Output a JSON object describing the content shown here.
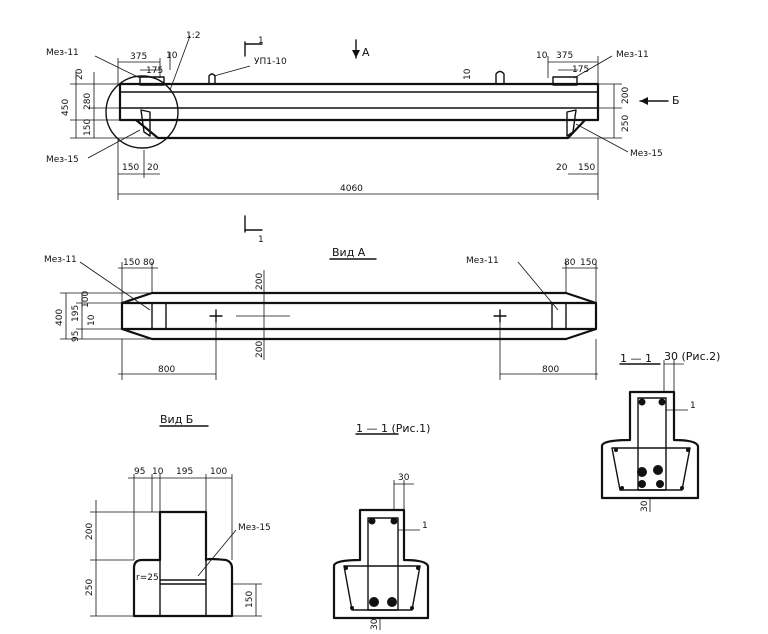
{
  "top": {
    "d375L": "375",
    "d175L": "175",
    "d10L": "10",
    "slope": "1:2",
    "d20L": "20",
    "d450": "450",
    "d280": "280",
    "d150v": "150",
    "d150L": "150",
    "d20b": "20",
    "d4060": "4060",
    "mez11L": "Мез-11",
    "mez15L": "Мез-15",
    "upl": "УП1-10",
    "d10R": "10",
    "d375R": "375",
    "d175R": "175",
    "d10mid": "10",
    "d200R": "200",
    "d250R": "250",
    "d20Rb": "20",
    "d150Rb": "150",
    "mez11R": "Мез-11",
    "mez15R": "Мез-15",
    "secA": "А",
    "secB": "Б",
    "sec1": "1"
  },
  "vidA": {
    "title": "Вид А",
    "mez11L": "Мез-11",
    "mez11R": "Мез-11",
    "d150L": "150",
    "d80L": "80",
    "d80R": "80",
    "d150R": "150",
    "d400": "400",
    "d195": "195",
    "d100": "100",
    "d95": "95",
    "d10": "10",
    "d200t": "200",
    "d200b": "200",
    "d800L": "800",
    "d800R": "800"
  },
  "vidB": {
    "title": "Вид Б",
    "d95": "95",
    "d10": "10",
    "d195": "195",
    "d100": "100",
    "d200": "200",
    "d250": "250",
    "d150": "150",
    "r": "r=25",
    "mez15": "Мез-15"
  },
  "sec1": {
    "title": "1 — 1 (Рис.1)",
    "d30t": "30",
    "d30b": "30",
    "mark": "1"
  },
  "sec2": {
    "title": "1 — 1",
    "sub": "30 (Рис.2)",
    "d30b": "30",
    "mark": "1"
  }
}
